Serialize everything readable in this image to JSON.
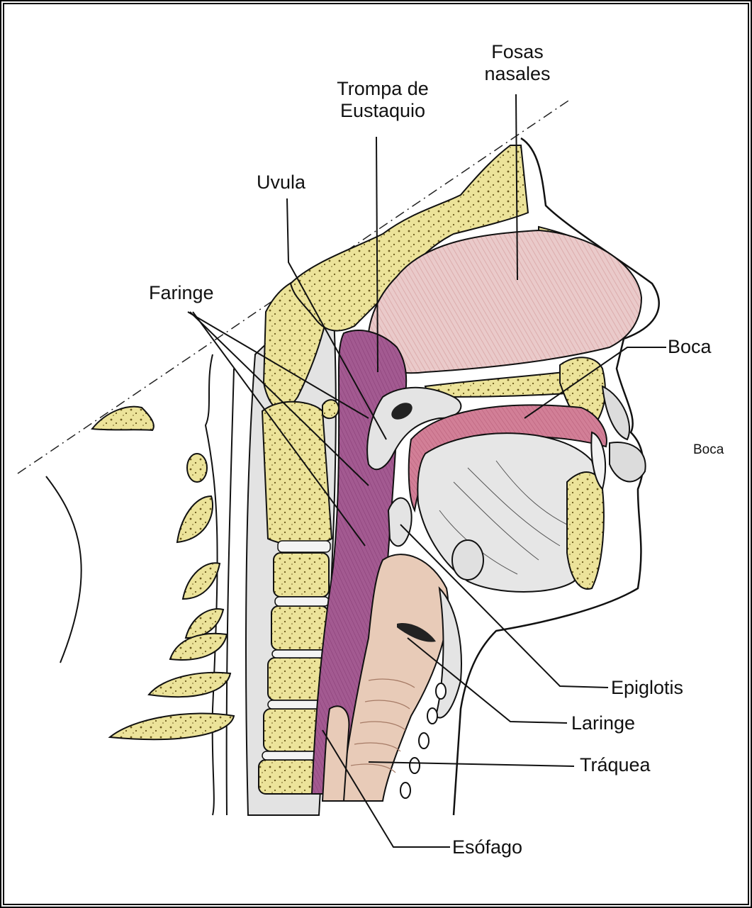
{
  "labels": {
    "fosas_nasales_1": "Fosas",
    "fosas_nasales_2": "nasales",
    "trompa_1": "Trompa de",
    "trompa_2": "Eustaquio",
    "uvula": "Uvula",
    "faringe": "Faringe",
    "boca": "Boca",
    "boca_extra": "Boca",
    "epiglotis": "Epiglotis",
    "laringe": "Laringe",
    "traquea": "Tráquea",
    "esofago": "Esófago"
  },
  "colors": {
    "bone": "#ece39a",
    "bone_dots": "#6b5a1c",
    "pharynx": "#a0568e",
    "soft_tissue_pink": "#e6c3c3",
    "tongue_pink": "#cf7f92",
    "tissue_grey": "#dcdcdc",
    "outline": "#111111"
  }
}
